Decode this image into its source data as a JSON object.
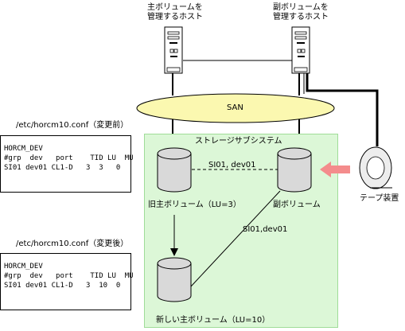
{
  "hosts": {
    "primary": {
      "label_line1": "主ボリュームを",
      "label_line2": "管理するホスト",
      "icon": "server-icon"
    },
    "secondary": {
      "label_line1": "副ボリュームを",
      "label_line2": "管理するホスト",
      "icon": "server-icon"
    }
  },
  "san": {
    "label": "SAN"
  },
  "storage": {
    "label": "ストレージサブシステム",
    "fill_color": "#dcf7d7"
  },
  "volumes": {
    "old_primary": {
      "label": "旧主ボリューム（LU=3）",
      "icon": "disk-cylinder-icon"
    },
    "secondary": {
      "label": "副ボリューム",
      "icon": "disk-cylinder-icon"
    },
    "new_primary": {
      "label": "新しい主ボリューム（LU=10）",
      "icon": "disk-cylinder-icon"
    }
  },
  "pairs": {
    "old_pair": {
      "label": "SI01, dev01"
    },
    "new_pair": {
      "label": "SI01,dev01"
    }
  },
  "tape": {
    "label": "テープ装置",
    "icon": "tape-drive-icon",
    "arrow_color": "#f48c8c"
  },
  "config_before": {
    "title": "/etc/horcm10.conf（変更前）",
    "lines": [
      "HORCM_DEV",
      "#grp  dev   port    TID LU  MU",
      "SI01 dev01 CL1-D   3  3   0"
    ]
  },
  "config_after": {
    "title": "/etc/horcm10.conf（変更後）",
    "lines": [
      "HORCM_DEV",
      "#grp  dev   port    TID LU  MU",
      "SI01 dev01 CL1-D   3  10  0"
    ]
  }
}
